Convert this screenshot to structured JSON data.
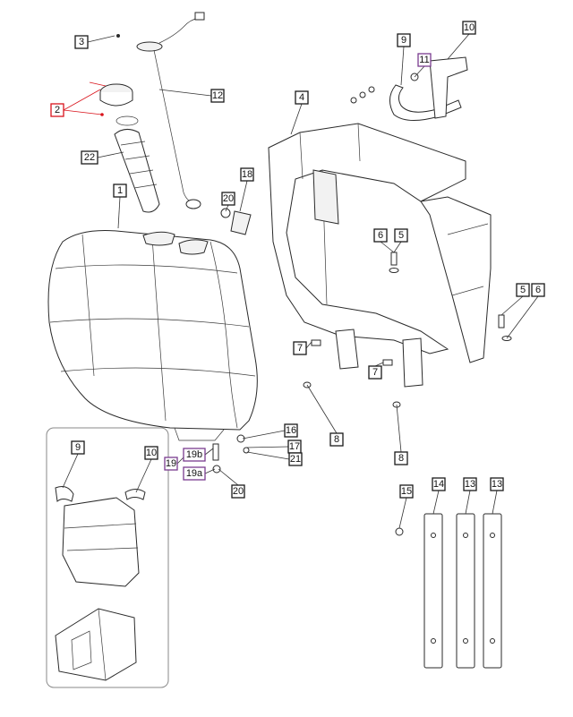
{
  "colors": {
    "line": "#1a1a1a",
    "highlight_red": "#d9141c",
    "highlight_purple": "#7a3b8f",
    "background": "#ffffff"
  },
  "callouts": [
    {
      "label": "1",
      "style": "normal"
    },
    {
      "label": "2",
      "style": "red"
    },
    {
      "label": "3",
      "style": "normal"
    },
    {
      "label": "4",
      "style": "normal"
    },
    {
      "label": "5",
      "style": "normal"
    },
    {
      "label": "6",
      "style": "normal"
    },
    {
      "label": "5",
      "style": "normal"
    },
    {
      "label": "6",
      "style": "normal"
    },
    {
      "label": "7",
      "style": "normal"
    },
    {
      "label": "7",
      "style": "normal"
    },
    {
      "label": "8",
      "style": "normal"
    },
    {
      "label": "8",
      "style": "normal"
    },
    {
      "label": "9",
      "style": "normal"
    },
    {
      "label": "10",
      "style": "normal"
    },
    {
      "label": "11",
      "style": "purple"
    },
    {
      "label": "12",
      "style": "normal"
    },
    {
      "label": "13",
      "style": "normal"
    },
    {
      "label": "13",
      "style": "normal"
    },
    {
      "label": "14",
      "style": "normal"
    },
    {
      "label": "15",
      "style": "normal"
    },
    {
      "label": "16",
      "style": "normal"
    },
    {
      "label": "17",
      "style": "normal"
    },
    {
      "label": "18",
      "style": "normal"
    },
    {
      "label": "19",
      "style": "purple"
    },
    {
      "label": "19b",
      "style": "purple"
    },
    {
      "label": "19a",
      "style": "purple"
    },
    {
      "label": "20",
      "style": "normal"
    },
    {
      "label": "20",
      "style": "normal"
    },
    {
      "label": "21",
      "style": "normal"
    },
    {
      "label": "22",
      "style": "normal"
    },
    {
      "label": "9",
      "style": "normal"
    },
    {
      "label": "10",
      "style": "normal"
    }
  ]
}
